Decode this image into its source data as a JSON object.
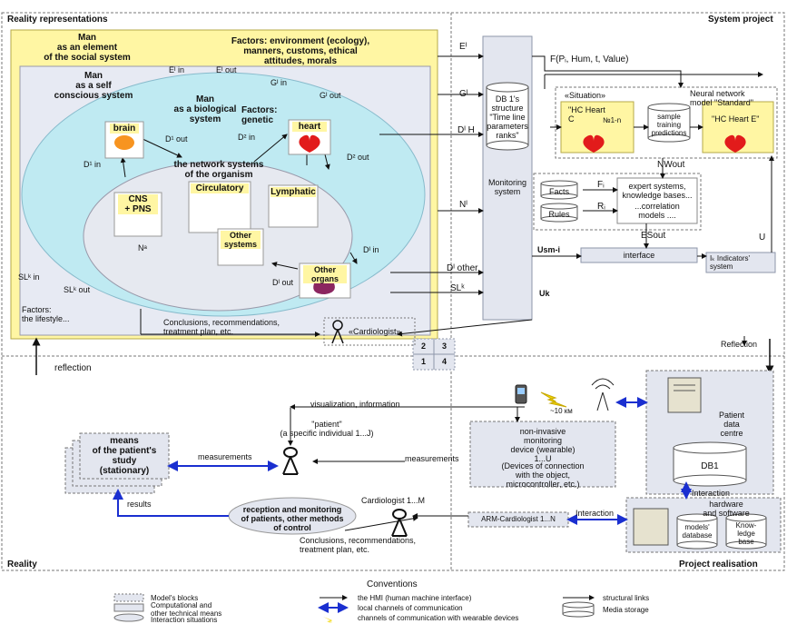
{
  "quadrants": {
    "reality_representations": "Reality representations",
    "system_project": "System project",
    "reality": "Reality",
    "project_realisation": "Project realisation"
  },
  "social": {
    "man_social": "Man\nas an element\nof the social system",
    "factors_env": "Factors: environment (ecology),\nmanners, customs, ethical\nattitudes, morals",
    "man_selfconscious": "Man\nas a self\nconscious system",
    "man_biological": "Man\nas a biological\nsystem",
    "factors_genetic": "Factors:\ngenetic",
    "network_systems": "the network systems\nof the organism",
    "factors_lifestyle": "Factors:\nthe lifestyle..."
  },
  "organs": {
    "brain": "brain",
    "heart": "heart",
    "cns": "CNS\n+ PNS",
    "circulatory": "Circulatory",
    "lymphatic": "Lymphatic",
    "other_systems": "Other\nsystems",
    "other_organs": "Other\norgans"
  },
  "signals": {
    "e_in": "Eᴵ in",
    "e_out": "Eᴵ out",
    "g_in": "Gᴵ in",
    "g_out": "Gᴵ out",
    "d1_out": "D¹ out",
    "d1_in": "D¹ in",
    "d2_in": "D² in",
    "d2_out": "D² out",
    "dI_in": "Dᴵ in",
    "dI_out": "Dᴵ out",
    "n_a": "Nᵃ",
    "sl_in": "SLᵏ in",
    "sl_out": "SLᵏ out",
    "e_i": "Eᴵ",
    "g_i": "Gᴵ",
    "d_h": "Dᴵ H",
    "n_i": "Nᴵ",
    "d_other": "Dᴵ other",
    "sl_k": "SLᵏ",
    "f_func": "F(Pᵢ, Hum, t, Value)",
    "nw_out": "NWout",
    "f_i": "Fᵢ",
    "r_i": "Rᵢ",
    "es_out": "ESout",
    "u_sm": "Usm-i",
    "u": "U",
    "u_k": "Uk"
  },
  "system": {
    "db_structure": "DB 1's\nstructure\n\"Time line\nparameters\nranks\"",
    "monitoring": "Monitoring\nsystem",
    "neural_model": "Neural network\nmodel \"Standard\"",
    "situation": "«Situation»",
    "hc_heart_c": "\"HC Heart\nC",
    "hc_heart_c_sub": "№1-n",
    "sample": "sample\ntraining\npredictions",
    "hc_heart_e": "\"HC Heart E\"",
    "facts": "Facts",
    "rules": "Rules",
    "expert": "expert systems,\nknowledge bases...",
    "correlation": "...correlation\nmodels ....",
    "interface": "interface",
    "indicators": "Iₖ Indicators'\nsystem",
    "conclusions_top": "Conclusions, recommendations,\ntreatment plan, etc.",
    "cardiologist_top": "«Cardiologist»",
    "reflection_right": "Reflection",
    "reflection_left": "reflection",
    "q2": "2",
    "q3": "3",
    "q1": "1",
    "q4": "4"
  },
  "reality": {
    "visualization": "visualization, information",
    "patient": "\"patient\"\n(a specific individual 1...J)",
    "measurements1": "measurements",
    "measurements2": "measurements",
    "means": "means\nof the patient's\nstudy\n(stationary)",
    "results": "results",
    "reception": "reception and monitoring\nof patients, other methods\nof control",
    "cardiologist_m": "Cardiologist 1...M",
    "conclusions_bottom": "Conclusions, recommendations,\ntreatment plan, etc.",
    "arm": "ARM-Cardiologist 1...N",
    "interaction1": "Interaction",
    "interaction2": "Interaction",
    "noninvasive": "non-invasive\nmonitoring\ndevice (wearable)\n1...U",
    "devices_conn": "(Devices of connection\nwith the object,\nmicrocontroller, etc.)",
    "range": "~10 км",
    "patient_centre": "Patient\ndata\ncentre",
    "db1": "DB1",
    "hardware": "hardware\nand software",
    "models_db": "models'\ndatabase",
    "knowledge_base": "Know-\nledge\nbase"
  },
  "conventions": {
    "title": "Conventions",
    "model_blocks": "Model's blocks",
    "computational": "Computational and\nother technical means",
    "interaction_sit": "Interaction situations",
    "hmi": "the HMI (human machine interface)",
    "local_channels": "local channels of communication",
    "wearable_channels": "channels of communication with wearable devices",
    "structural": "structural links",
    "media": "Media storage"
  }
}
